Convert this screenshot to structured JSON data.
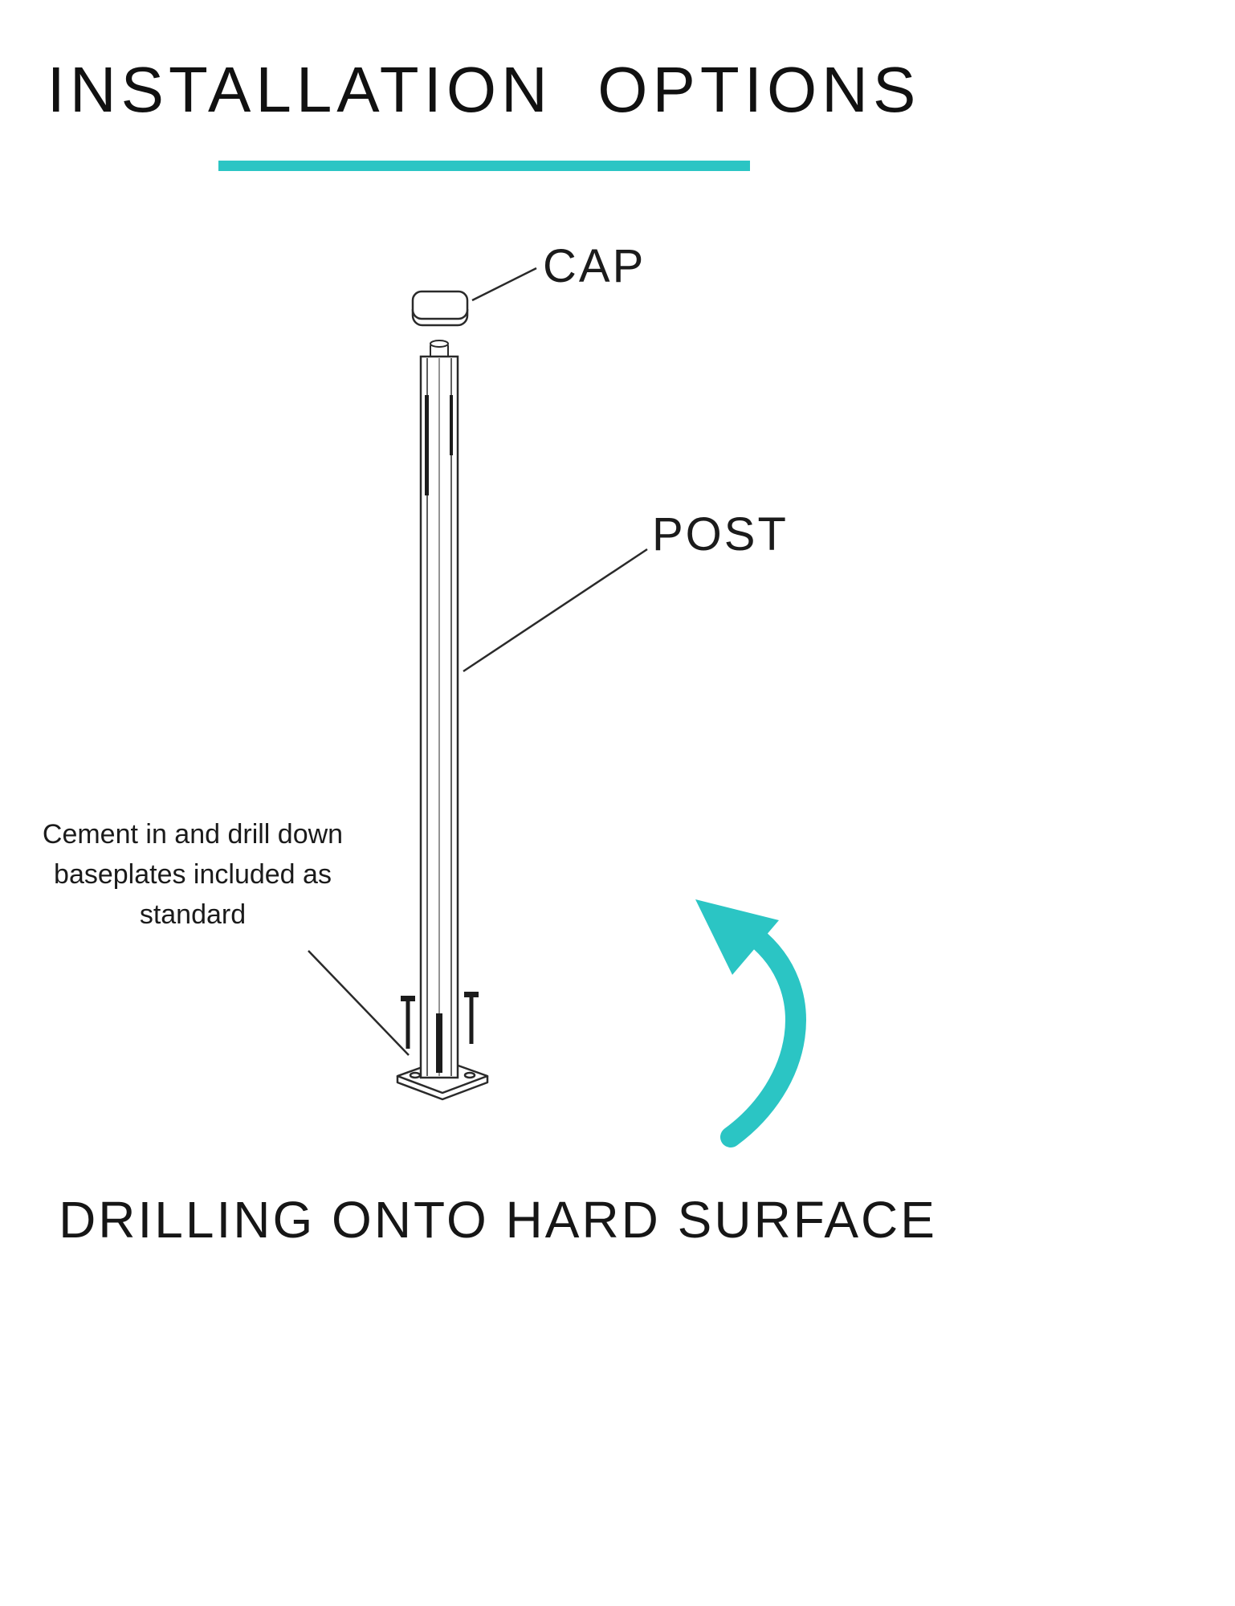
{
  "title": "INSTALLATION  OPTIONS",
  "diagram": {
    "cap_label": "CAP",
    "post_label": "POST",
    "note": {
      "line1": "Cement in and drill down",
      "line2": "baseplates included as",
      "line3": "standard"
    }
  },
  "footer": "DRILLING ONTO HARD SURFACE",
  "colors": {
    "accent": "#2BC5C4",
    "ink": "#1b1b1b"
  }
}
